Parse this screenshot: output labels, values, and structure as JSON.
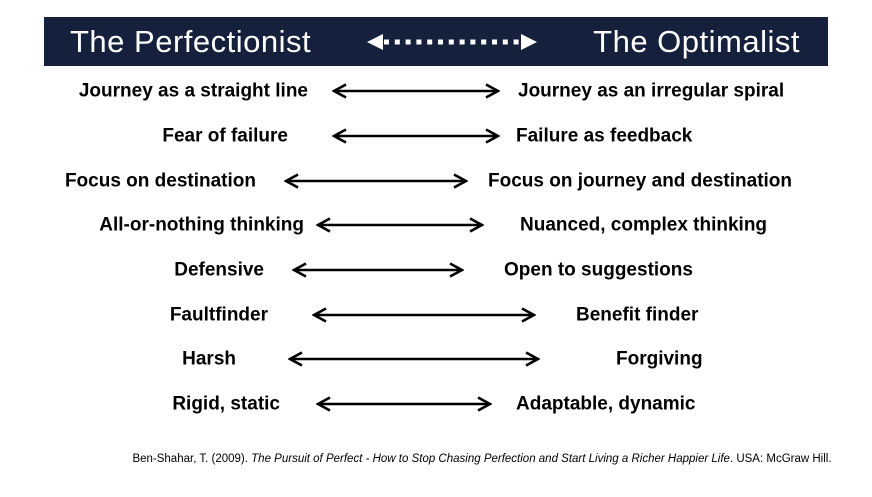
{
  "header": {
    "left": "The Perfectionist",
    "right": "The Optimalist",
    "banner_color": "#15213C",
    "banner_text_color": "#FFFFFF",
    "divider_icon": "dashed-double-arrow"
  },
  "rows": [
    {
      "left": "Journey as a straight line",
      "right": "Journey as an irregular spiral",
      "separator_icon": "double-arrow"
    },
    {
      "left": "Fear of failure",
      "right": "Failure as feedback",
      "separator_icon": "double-arrow"
    },
    {
      "left": "Focus on destination",
      "right": "Focus on journey and destination",
      "separator_icon": "double-arrow"
    },
    {
      "left": "All-or-nothing thinking",
      "right": "Nuanced, complex thinking",
      "separator_icon": "double-arrow"
    },
    {
      "left": "Defensive",
      "right": "Open to suggestions",
      "separator_icon": "double-arrow"
    },
    {
      "left": "Faultfinder",
      "right": "Benefit finder",
      "separator_icon": "double-arrow"
    },
    {
      "left": "Harsh",
      "right": "Forgiving",
      "separator_icon": "double-arrow"
    },
    {
      "left": "Rigid, static",
      "right": "Adaptable, dynamic",
      "separator_icon": "double-arrow"
    }
  ],
  "citation": {
    "prefix": "Ben-Shahar, T. (2009). ",
    "title": "The Pursuit of Perfect - How to Stop Chasing Perfection and Start Living a Richer Happier Life",
    "suffix": ". USA: McGraw Hill."
  },
  "colors": {
    "body_text": "#000000",
    "arrow": "#000000",
    "background": "#FFFFFF"
  }
}
